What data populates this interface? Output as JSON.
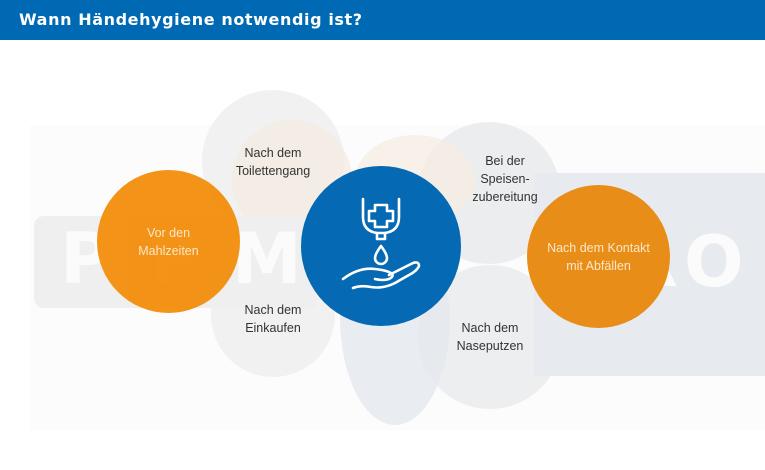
{
  "header": {
    "title": "Wann Händehygiene notwendig ist?",
    "background_color": "#0069b4"
  },
  "watermark": {
    "letters_left": [
      "P",
      "P",
      "M"
    ],
    "letters_right": [
      "P",
      "R",
      "O"
    ]
  },
  "center": {
    "icon": "hand-sanitizer-icon",
    "color": "#0569b3"
  },
  "circles": [
    {
      "label_line1": "Vor den",
      "label_line2": "Mahlzeiten",
      "color": "#f39011"
    },
    {
      "label_line1": "Nach dem Kontakt",
      "label_line2": "mit Abfällen",
      "color": "#e98a12"
    }
  ],
  "labels": {
    "toilet": {
      "line1": "Nach dem",
      "line2": "Toilettengang"
    },
    "shopping": {
      "line1": "Nach dem",
      "line2": "Einkaufen"
    },
    "food_prep": {
      "line1": "Bei der",
      "line2": "Speisen-",
      "line3": "zubereitung"
    },
    "nose": {
      "line1": "Nach dem",
      "line2": "Naseputzen"
    }
  }
}
